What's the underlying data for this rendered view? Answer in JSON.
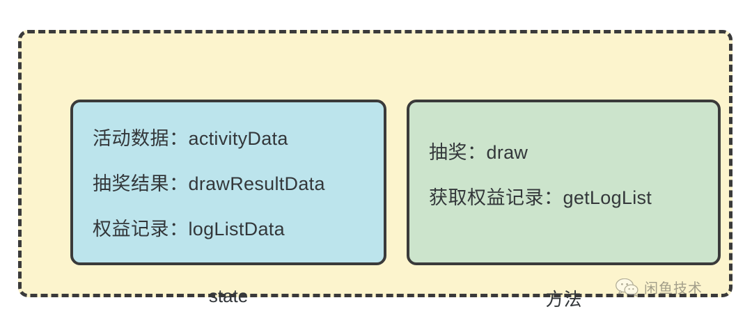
{
  "diagram": {
    "frame": {
      "fill": "#fcf4cd",
      "border_color": "#3a3a3a"
    },
    "panels": [
      {
        "id": "state",
        "caption": "state",
        "fill": "#bce4ec",
        "entries": [
          {
            "key": "活动数据：",
            "value": "activityData"
          },
          {
            "key": "抽奖结果：",
            "value": "drawResultData"
          },
          {
            "key": "权益记录：",
            "value": "logListData"
          }
        ]
      },
      {
        "id": "methods",
        "caption": "方法",
        "fill": "#cce4cc",
        "entries": [
          {
            "key": "抽奖：",
            "value": "draw"
          },
          {
            "key": "获取权益记录：",
            "value": "getLogList"
          }
        ]
      }
    ]
  },
  "watermark": {
    "icon": "wechat-bubbles-icon",
    "text": "闲鱼技术"
  }
}
